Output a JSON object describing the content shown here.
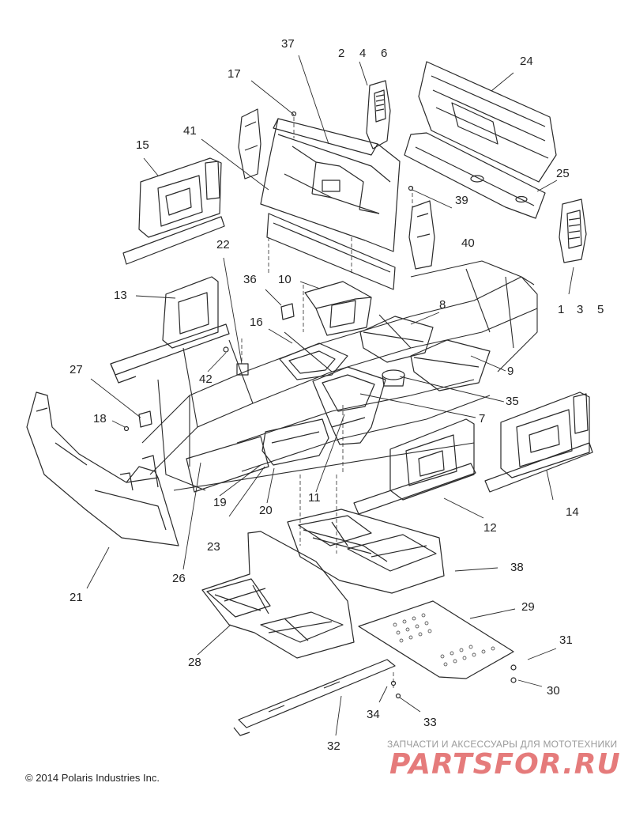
{
  "callouts": {
    "c1": "1",
    "c2": "2",
    "c3": "3",
    "c4": "4",
    "c5": "5",
    "c6": "6",
    "c7": "7",
    "c8": "8",
    "c9": "9",
    "c10": "10",
    "c11": "11",
    "c12": "12",
    "c13": "13",
    "c14": "14",
    "c15": "15",
    "c16": "16",
    "c17": "17",
    "c18": "18",
    "c19": "19",
    "c20": "20",
    "c21": "21",
    "c22": "22",
    "c23": "23",
    "c24": "24",
    "c25": "25",
    "c26": "26",
    "c27": "27",
    "c28": "28",
    "c29": "29",
    "c30": "30",
    "c31": "31",
    "c32": "32",
    "c33": "33",
    "c34": "34",
    "c35": "35",
    "c36": "36",
    "c37": "37",
    "c38": "38",
    "c39": "39",
    "c40": "40",
    "c41": "41",
    "c42": "42"
  },
  "watermark": {
    "tagline": "ЗАПЧАСТИ И АКСЕССУАРЫ ДЛЯ МОТОТЕХНИКИ",
    "logo": "PARTSFOR.RU"
  },
  "footer": {
    "copyright": "© 2014 Polaris Industries Inc."
  }
}
